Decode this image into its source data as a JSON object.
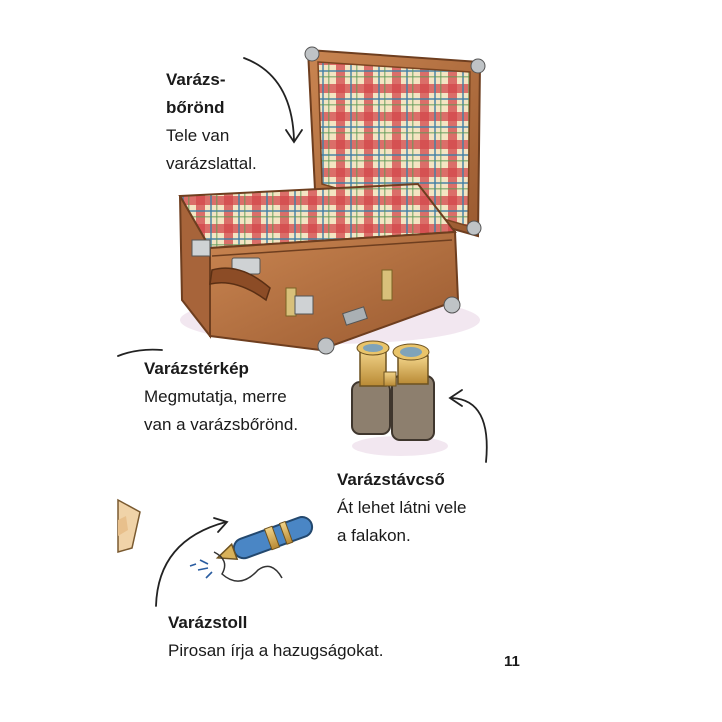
{
  "items": [
    {
      "title_lines": [
        "Varázs-",
        "bőrönd"
      ],
      "desc_lines": [
        "Tele van",
        "varázslattal."
      ],
      "icon": "suitcase-icon"
    },
    {
      "title_lines": [
        "Varázstérkép"
      ],
      "desc_lines": [
        "Megmutatja, merre",
        "van a varázsbőrönd."
      ],
      "icon": "map-icon"
    },
    {
      "title_lines": [
        "Varázstávcső"
      ],
      "desc_lines": [
        "Át lehet látni vele",
        "a falakon."
      ],
      "icon": "binoculars-icon"
    },
    {
      "title_lines": [
        "Varázstoll"
      ],
      "desc_lines": [
        "Pirosan írja a hazugságokat."
      ],
      "icon": "pen-icon"
    }
  ],
  "page_number": "11",
  "colors": {
    "leather": "#b26b3a",
    "plaid_red": "#d2474b",
    "plaid_cream": "#f4e4c2",
    "pen_blue": "#4a86c5"
  }
}
